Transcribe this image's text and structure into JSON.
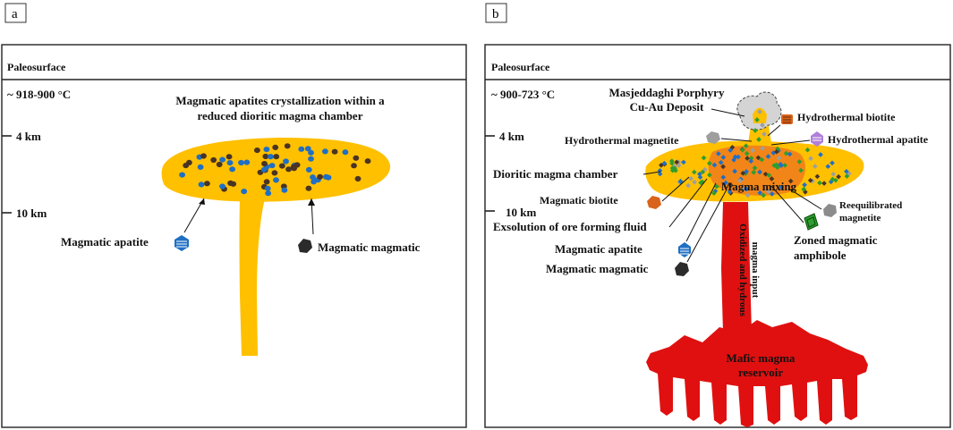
{
  "panel_a": {
    "tag": "a",
    "paleosurface": "Paleosurface",
    "temperature": "~ 918-900 °C",
    "depth_4": "4 km",
    "depth_10": "10 km",
    "title_line1": "Magmatic apatites crystallization within a",
    "title_line2": "reduced dioritic magma chamber",
    "label_apatite": "Magmatic apatite",
    "label_magmatic": "Magmatic magmatic"
  },
  "panel_b": {
    "tag": "b",
    "paleosurface": "Paleosurface",
    "temperature": "~ 900-723 °C",
    "depth_4": "4 km",
    "depth_10": "10 km",
    "deposit_line1": "Masjeddaghi Porphyry",
    "deposit_line2": "Cu-Au Deposit",
    "hydro_biotite": "Hydrothermal biotite",
    "hydro_magnetite": "Hydrothermal magnetite",
    "hydro_apatite": "Hydrothermal apatite",
    "chamber": "Dioritic magma chamber",
    "mixing": "Magma mixing",
    "mag_biotite": "Magmatic biotite",
    "reequil_line1": "Reequilibrated",
    "reequil_line2": "magnetite",
    "exsolution": "Exsolution of ore forming fluid",
    "zoned_line1": "Zoned magmatic",
    "zoned_line2": "amphibole",
    "mag_apatite": "Magmatic apatite",
    "mag_magmatic": "Magmatic magmatic",
    "input_line1": "Oxidized and hydrous",
    "input_line2": "magma input",
    "reservoir_line1": "Mafic magma",
    "reservoir_line2": "reservoir"
  },
  "colors": {
    "magma": "#FFC000",
    "mafic": "#E01010",
    "apatite": "#1F6FC4",
    "magnetite": "#4A3422",
    "amphibole": "#2E9E2E",
    "biotite": "#D9631C",
    "hydro_apatite": "#B07FD8",
    "grey": "#9E9E9E"
  }
}
